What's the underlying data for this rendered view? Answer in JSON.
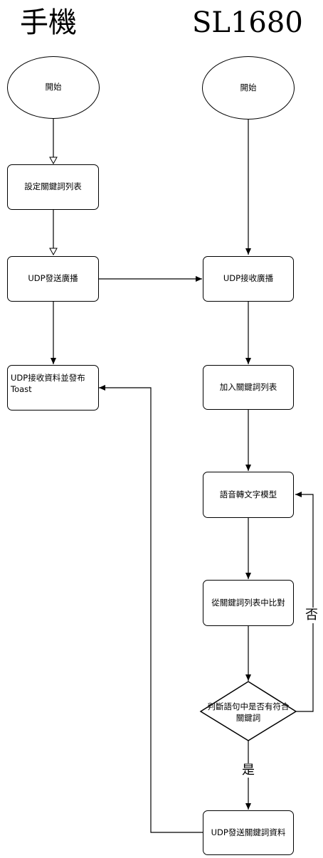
{
  "titles": {
    "left": "手機",
    "right": "SL1680"
  },
  "phone": {
    "start": "開始",
    "set_keywords": "設定關鍵詞列表",
    "udp_broadcast": "UDP發送廣播",
    "receive_line1": "UDP接收資料並發布",
    "receive_line2": "Toast"
  },
  "device": {
    "start": "開始",
    "receive_broadcast": "UDP接收廣播",
    "add_keywords": "加入關鍵詞列表",
    "speech_model": "語音轉文字模型",
    "compare": "從關鍵詞列表中比對",
    "decision_line1": "判斷語句中是否有符合",
    "decision_line2": "關鍵詞",
    "send_data": "UDP發送關鍵詞資料"
  },
  "edge_labels": {
    "no": "否",
    "yes": "是"
  }
}
